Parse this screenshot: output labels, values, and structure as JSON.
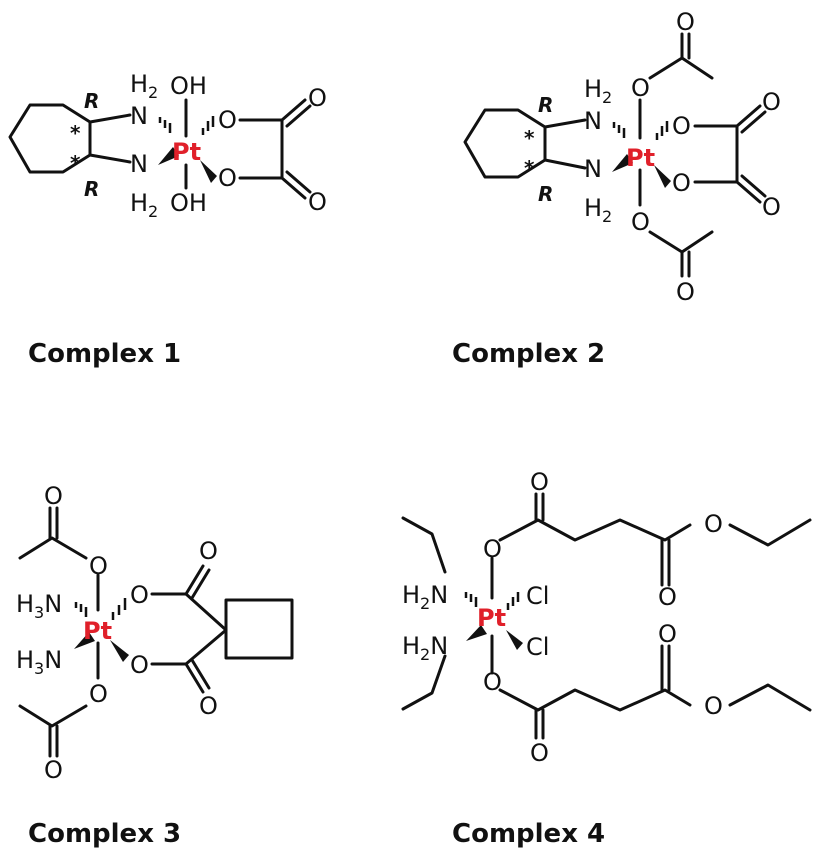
{
  "colors": {
    "platinum": "#e0202a",
    "ink": "#111111"
  },
  "labels": {
    "pt": "Pt",
    "o": "O",
    "oh": "OH",
    "n": "N",
    "h": "H",
    "two": "2",
    "three": "3",
    "cl": "Cl",
    "r": "R",
    "star": "*"
  },
  "captions": {
    "c1": "Complex 1",
    "c2": "Complex 2",
    "c3": "Complex 3",
    "c4": "Complex 4"
  }
}
